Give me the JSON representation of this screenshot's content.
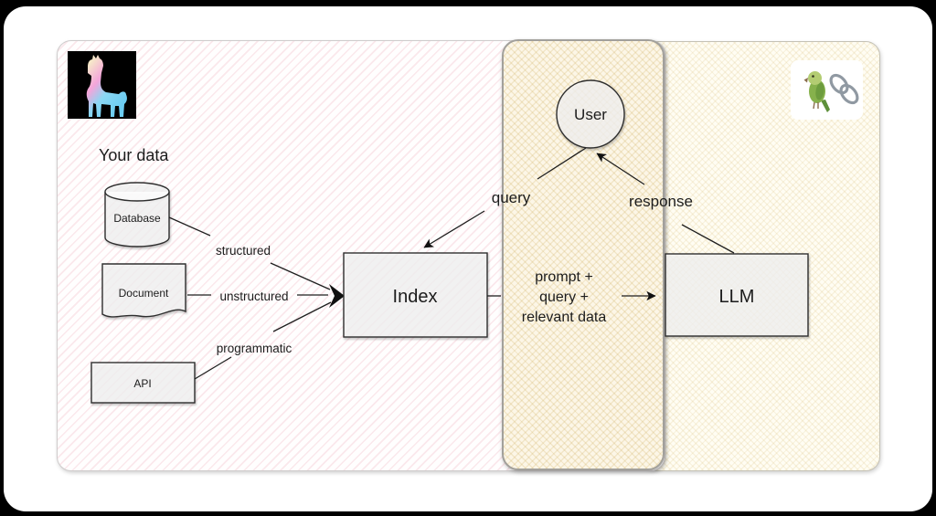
{
  "canvas": {
    "background": "#000000",
    "slide_background": "#ffffff"
  },
  "brand": {
    "llamaindex_logo": {
      "icon": "llama-silhouette-on-black-square",
      "gradient": [
        "#f6e7c9",
        "#f4a5da",
        "#6ccdf2"
      ]
    },
    "langchain_logo": {
      "icon": "parrot-and-chain-emoji",
      "emojis": "🦜🔗"
    }
  },
  "left_panel": {
    "title": "Your data",
    "sources": [
      {
        "label": "Database",
        "shape": "cylinder",
        "edge_label": "structured"
      },
      {
        "label": "Document",
        "shape": "document",
        "edge_label": "unstructured"
      },
      {
        "label": "API",
        "shape": "rectangle",
        "edge_label": "programmatic"
      }
    ],
    "index_box": "Index",
    "hatch_color": "#f6dde1"
  },
  "middle_panel": {
    "user_node": "User",
    "query_edge": "query",
    "payload_lines": [
      "prompt +",
      "query +",
      "relevant data"
    ],
    "background": "#fcf6e7"
  },
  "right_panel": {
    "llm_box": "LLM",
    "response_edge": "response",
    "background": "#fffdf3"
  }
}
